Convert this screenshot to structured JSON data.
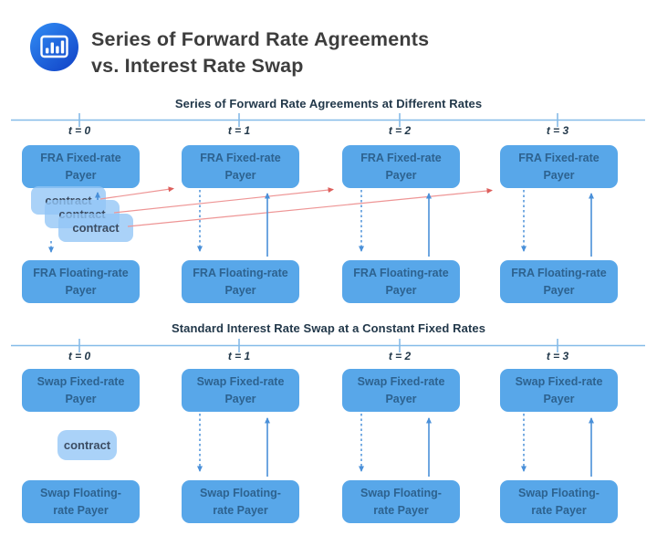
{
  "header": {
    "title_line1": "Series of Forward Rate Agreements",
    "title_line2": "vs. Interest Rate Swap",
    "logo_icon": "bar-chart-icon"
  },
  "timeline_labels": [
    "t = 0",
    "t = 1",
    "t = 2",
    "t = 3"
  ],
  "sections": [
    {
      "title": "Series of Forward Rate Agreements at Different Rates",
      "fixed_label": "FRA Fixed-rate\nPayer",
      "floating_label": "FRA Floating-rate\nPayer",
      "contract_labels": [
        "contract",
        "contract",
        "contract"
      ]
    },
    {
      "title": "Standard Interest Rate Swap at a Constant Fixed Rates",
      "fixed_label": "Swap Fixed-rate\nPayer",
      "floating_label": "Swap Floating-\nrate Payer",
      "contract_label": "contract"
    }
  ],
  "colors": {
    "box_blue": "#58a7e9",
    "box_text": "#2d628f",
    "contract_fill": "rgba(146,197,246,0.78)",
    "contract_text": "#3c4d63",
    "arrow_blue": "#4a90d9",
    "arrow_red": "#ee9595",
    "arrow_red_head": "#dd5f5c",
    "timeline_blue": "#85bbe8",
    "title_text": "#3d3d3d",
    "section_text": "#22384a",
    "logo_grad_start": "#2e86f0",
    "logo_grad_end": "#1244c8"
  }
}
